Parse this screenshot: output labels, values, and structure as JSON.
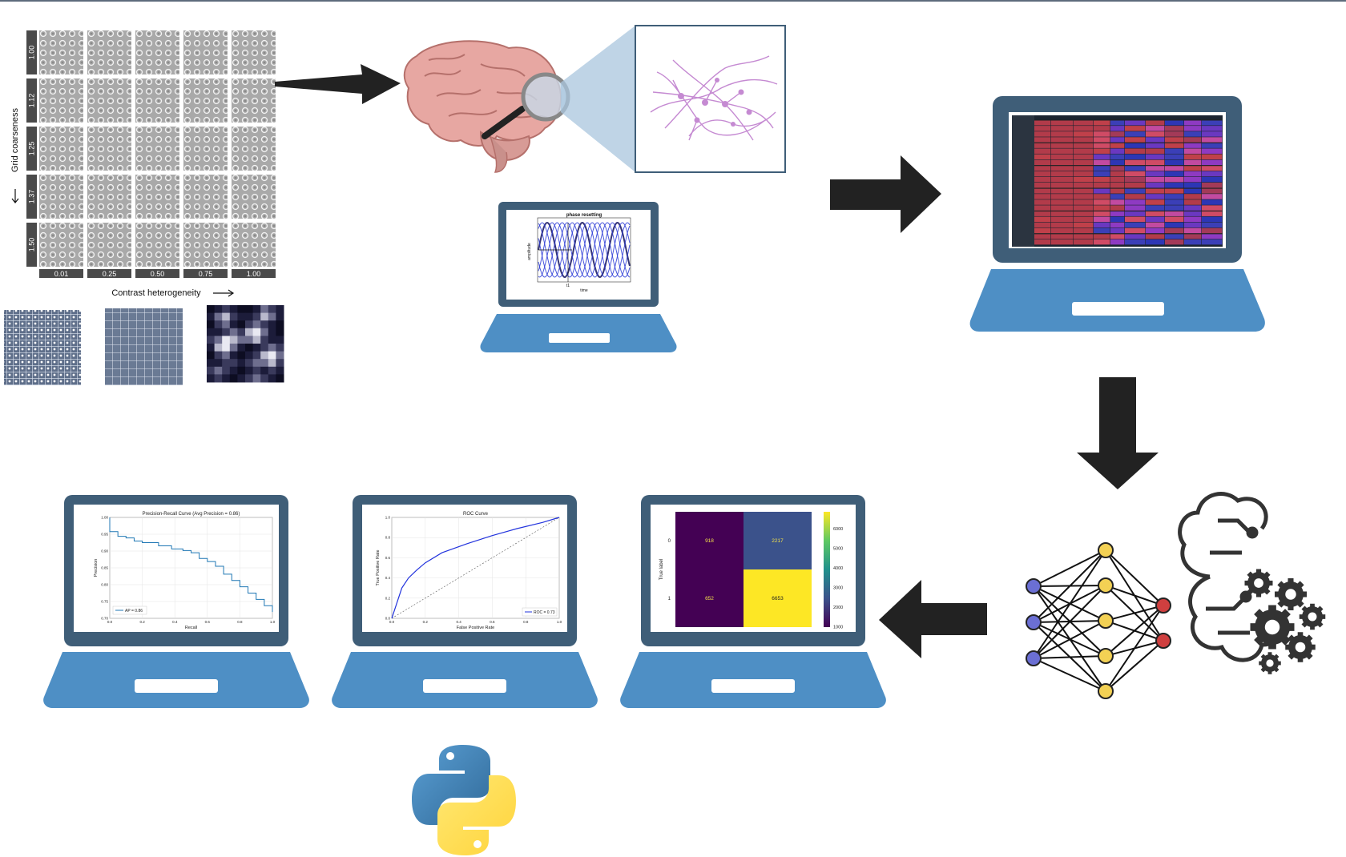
{
  "stimulus_grid": {
    "row_values": [
      "1.00",
      "1.12",
      "1.25",
      "1.37",
      "1.50"
    ],
    "col_values": [
      "0.01",
      "0.25",
      "0.50",
      "0.75",
      "1.00"
    ],
    "y_axis_label": "Grid coarseness",
    "x_axis_label": "Contrast heterogeneity"
  },
  "phase_plot": {
    "title": "phase resetting",
    "ylabel": "amplitude",
    "xlabel": "time",
    "marker": "t1"
  },
  "charts": {
    "pr": {
      "chart_data": {
        "type": "line",
        "title": "Precision-Recall Curve (Avg Precision = 0.86)",
        "xlabel": "Recall",
        "ylabel": "Precision",
        "legend": "AP = 0.86",
        "x_ticks": [
          "0.0",
          "0.2",
          "0.4",
          "0.6",
          "0.8",
          "1.0"
        ],
        "y_ticks": [
          "0.70",
          "0.75",
          "0.80",
          "0.85",
          "0.90",
          "0.95",
          "1.00"
        ],
        "xlim": [
          0,
          1
        ],
        "ylim": [
          0.68,
          1.0
        ],
        "x": [
          0.0,
          0.0,
          0.05,
          0.1,
          0.15,
          0.2,
          0.3,
          0.38,
          0.45,
          0.5,
          0.55,
          0.6,
          0.65,
          0.7,
          0.75,
          0.8,
          0.85,
          0.9,
          0.95,
          1.0
        ],
        "y": [
          1.0,
          0.955,
          0.94,
          0.935,
          0.925,
          0.92,
          0.91,
          0.9,
          0.895,
          0.888,
          0.87,
          0.86,
          0.845,
          0.82,
          0.8,
          0.78,
          0.76,
          0.74,
          0.72,
          0.7
        ]
      }
    },
    "roc": {
      "chart_data": {
        "type": "line",
        "title": "ROC Curve",
        "xlabel": "False Positive Rate",
        "ylabel": "True Positive Rate",
        "legend": "ROC = 0.73",
        "x_ticks": [
          "0.0",
          "0.2",
          "0.4",
          "0.6",
          "0.8",
          "1.0"
        ],
        "y_ticks": [
          "0.0",
          "0.2",
          "0.4",
          "0.6",
          "0.8",
          "1.0"
        ],
        "xlim": [
          0,
          1
        ],
        "ylim": [
          0,
          1
        ],
        "x": [
          0.0,
          0.03,
          0.06,
          0.1,
          0.15,
          0.2,
          0.3,
          0.45,
          0.6,
          0.75,
          0.9,
          1.0
        ],
        "y": [
          0.0,
          0.15,
          0.3,
          0.4,
          0.48,
          0.55,
          0.65,
          0.74,
          0.82,
          0.89,
          0.95,
          1.0
        ]
      }
    },
    "cm": {
      "chart_data": {
        "type": "heatmap",
        "ylabel": "True label",
        "row_labels": [
          "0",
          "1"
        ],
        "values": [
          [
            918,
            2217
          ],
          [
            652,
            6653
          ]
        ],
        "colorbar_ticks": [
          "6000",
          "5000",
          "4000",
          "3000",
          "2000",
          "1000"
        ]
      }
    }
  },
  "colors": {
    "laptop_frame": "#3f5e78",
    "laptop_base": "#4e8fc5",
    "arrow": "#222222",
    "node_input": "#6b6fd4",
    "node_hidden": "#f3d154",
    "node_output": "#cf3f3f"
  },
  "icons": [
    "brain-icon",
    "magnifier-icon",
    "neuron-network-icon",
    "neural-network-icon",
    "brain-gears-icon",
    "python-logo-icon"
  ]
}
